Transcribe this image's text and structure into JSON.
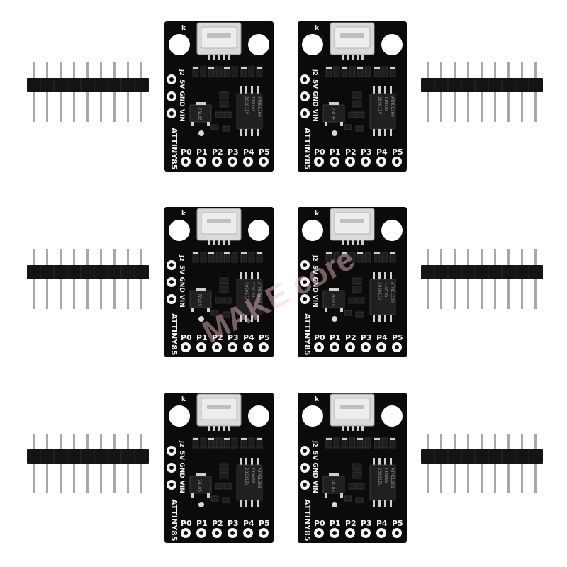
{
  "board": {
    "label_k": "k",
    "label_j2": "J2",
    "label_power": "5V GND VIN",
    "label_chip": "ATTINY85",
    "label_pins": [
      "P0",
      "P1",
      "P2",
      "P3",
      "P4",
      "P5"
    ],
    "chip_marking": [
      "ATMEL200",
      "TINY85",
      "20S01IV"
    ],
    "regulator_marking": "78L05"
  },
  "watermark": "MAKE  core",
  "colors": {
    "pcb": "#0b0b0c",
    "silkscreen": "#f2f2f2",
    "header_plastic": "#141414",
    "pin_metal": "#a8a8a8",
    "usb_metal": "#d9d9d9",
    "watermark": "#f5c6c6"
  }
}
